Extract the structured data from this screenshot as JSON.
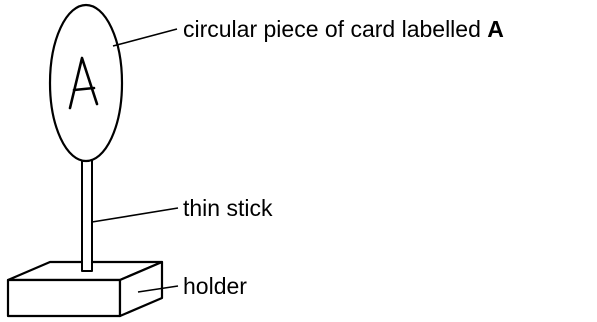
{
  "labels": {
    "card_label_prefix": "circular piece of card labelled ",
    "card_label_letter": "A",
    "stick_label": "thin stick",
    "holder_label": "holder"
  },
  "card_glyph_letter": "A"
}
